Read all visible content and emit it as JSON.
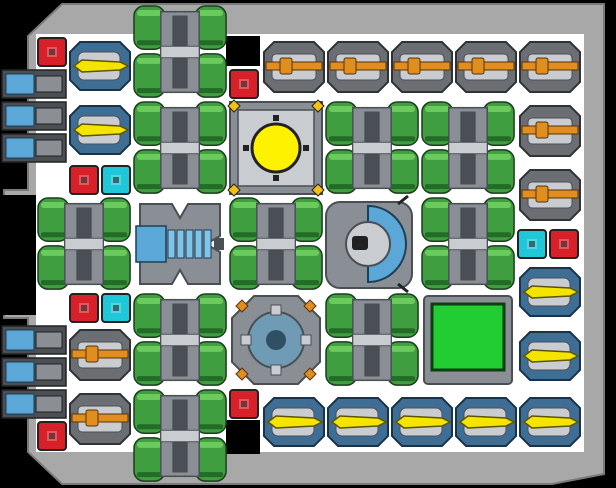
{
  "canvas": {
    "background": "#000000"
  },
  "palette": {
    "hull": "#a8a8a8",
    "hull_dark": "#7a7a7a",
    "floor": "#ffffff",
    "tank_green": "#3f9e3f",
    "tank_green_light": "#6fcf5f",
    "tank_green_dark": "#236b27",
    "metal": "#8a8f96",
    "metal_dark": "#4a4e55",
    "metal_light": "#c9ccd1",
    "missile_yellow": "#f5e400",
    "missile_blue": "#5aa7d8",
    "gun_orange": "#e08f1e",
    "red_box": "#d8202a",
    "cyan_box": "#1fc7d8",
    "reactor_yellow": "#fff200",
    "screen_green": "#22cc33"
  },
  "modules": {
    "hull": {
      "icon": "hull-frame"
    },
    "tank_columns": {
      "icon": "fuel-tank"
    },
    "reactor": {
      "icon": "reactor-core"
    },
    "shield_generator": {
      "icon": "shield-dome"
    },
    "engine_core": {
      "icon": "engine-core"
    },
    "power_node": {
      "icon": "power-node"
    },
    "control_screen": {
      "icon": "control-screen"
    },
    "missile_turrets": {
      "icon": "missile-turret"
    },
    "gun_turrets": {
      "icon": "gun-turret"
    },
    "thrusters": {
      "icon": "thruster"
    },
    "red_blocks": {
      "icon": "red-power-block"
    },
    "cyan_blocks": {
      "icon": "cyan-power-block"
    }
  }
}
